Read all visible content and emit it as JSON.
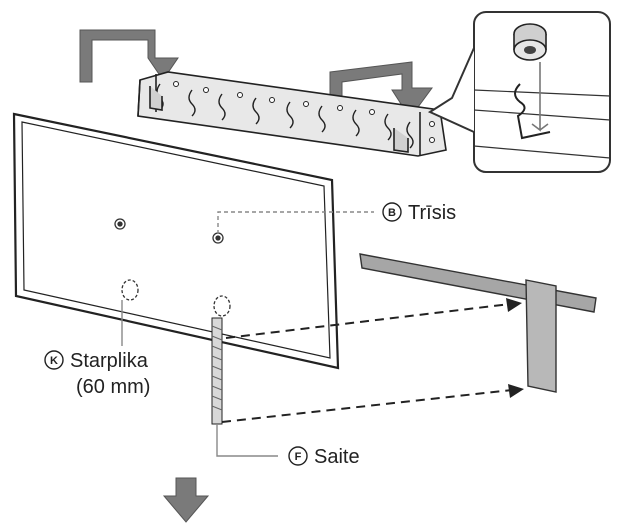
{
  "labels": {
    "screw": {
      "letter": "B",
      "text": "Trīsis"
    },
    "spacer": {
      "letter": "K",
      "text": "Starplika",
      "text2": "(60 mm)"
    },
    "cord": {
      "letter": "F",
      "text": "Saite"
    }
  },
  "colors": {
    "outline": "#222222",
    "arrow_fill": "#7a7a7a",
    "bracket_fill": "#e8e8e8",
    "shade": "#bdbdbd",
    "leader": "#888888"
  },
  "icons": {
    "down_arrow": "down-arrow-icon",
    "detail_callout": "hook-detail-icon"
  }
}
